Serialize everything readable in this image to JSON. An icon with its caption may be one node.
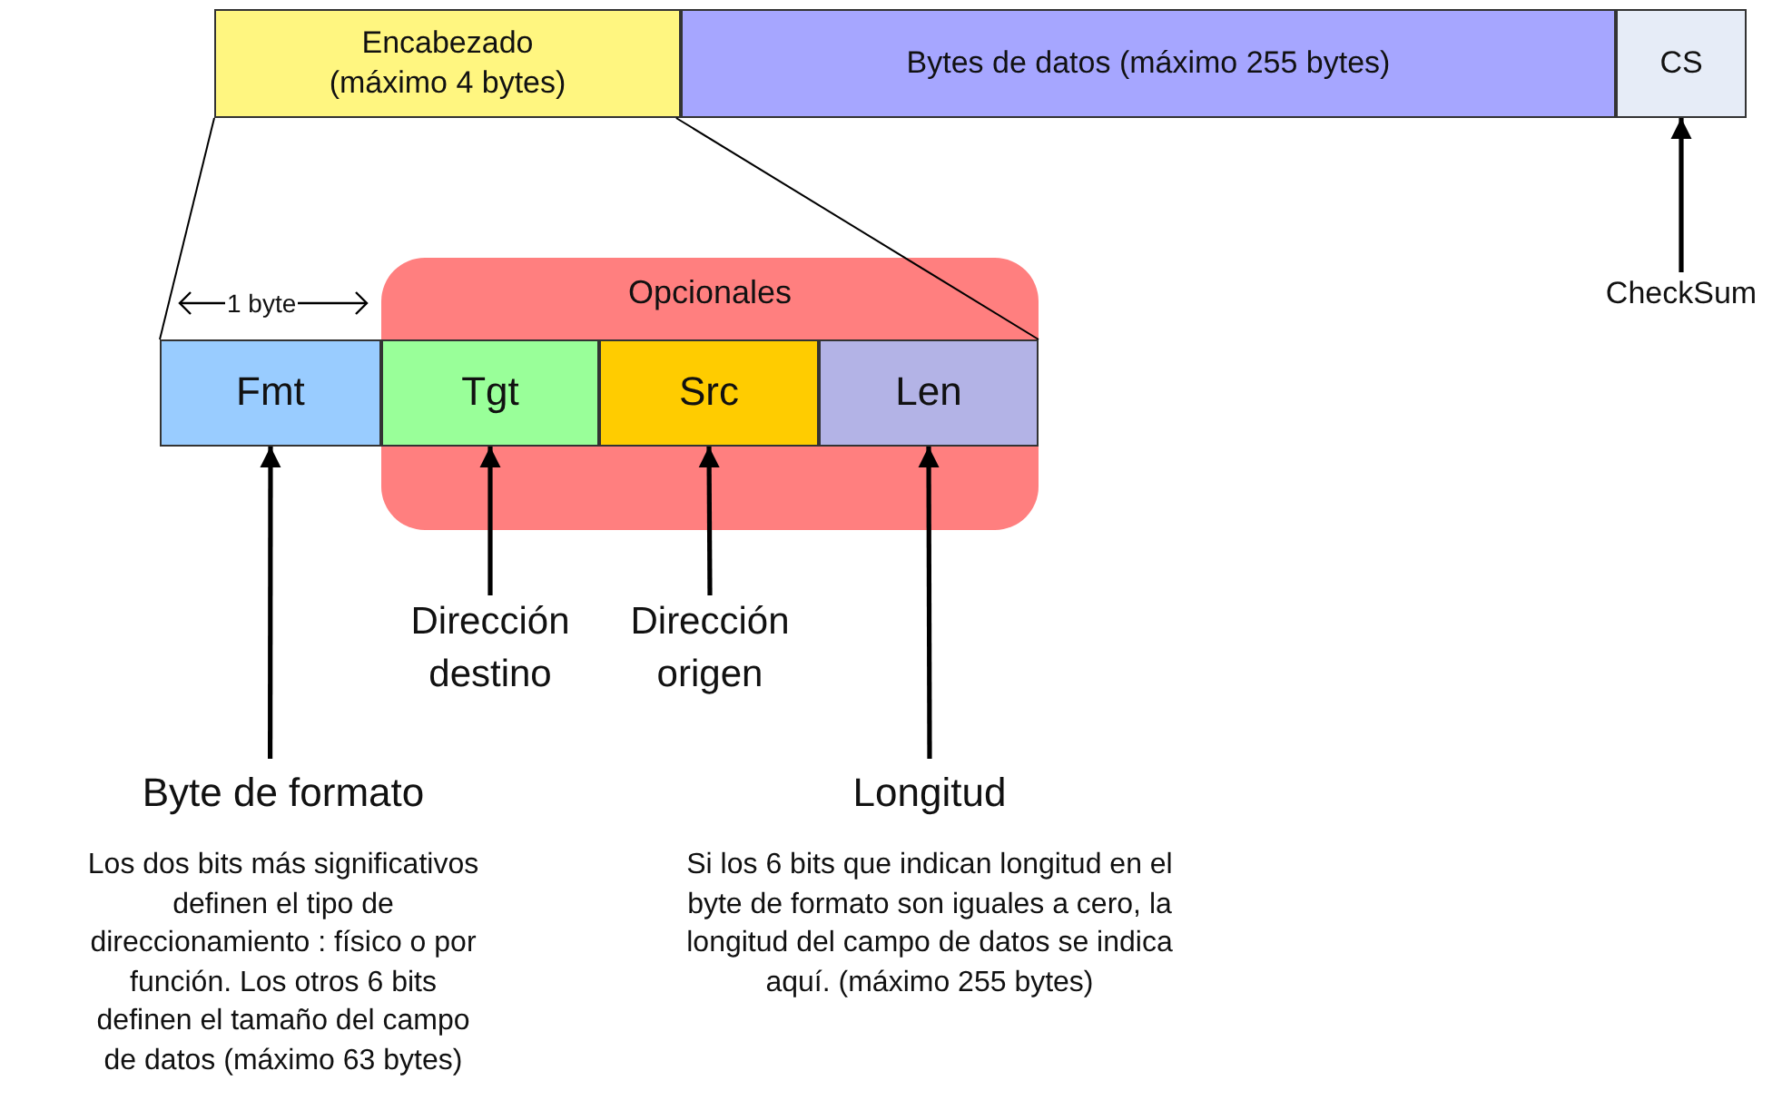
{
  "diagram": {
    "nodes": [
      {
        "text": [
          "Encabezado (máximo 4 bytes)"
        ]
      },
      {
        "text": [
          "Bytes de datos (máximo 255 bytes)"
        ]
      },
      {
        "text": [
          "CS"
        ]
      },
      {
        "text": [
          "Opcionales"
        ]
      },
      {
        "text": [
          "Fmt"
        ]
      },
      {
        "text": [
          "Tgt"
        ],
        "in": 3
      },
      {
        "text": [
          "Src"
        ],
        "in": 3
      },
      {
        "text": [
          "Len"
        ],
        "in": 3
      },
      {
        "text": [
          "CheckSum"
        ]
      },
      {
        "text": [
          "Dirección destino"
        ]
      },
      {
        "text": [
          "Dirección origen"
        ]
      },
      {
        "text": [
          "Byte de formato",
          "Los dos bits más significativos definen el tipo de direccionamiento : físico o por función. Los otros 6 bits definen el tamaño del campo de datos (máximo 63 bytes)"
        ]
      },
      {
        "text": [
          "Longitud",
          "Si los 6 bits que indican longitud en el byte de formato son iguales a cero, la longitud del campo de datos se indica aquí. (máximo 255 bytes)"
        ]
      }
    ],
    "edges": [
      {
        "from": 0,
        "to": 4,
        "arrow": "none"
      },
      {
        "from": 0,
        "to": 7,
        "arrow": "none"
      },
      {
        "from": 8,
        "to": 2,
        "arrow": "to"
      },
      {
        "from": 9,
        "to": 5,
        "arrow": "to"
      },
      {
        "from": 10,
        "to": 6,
        "arrow": "to"
      },
      {
        "from": 11,
        "to": 4,
        "arrow": "to"
      },
      {
        "from": 12,
        "to": 7,
        "arrow": "to"
      }
    ],
    "labels": [
      "1 byte"
    ]
  }
}
